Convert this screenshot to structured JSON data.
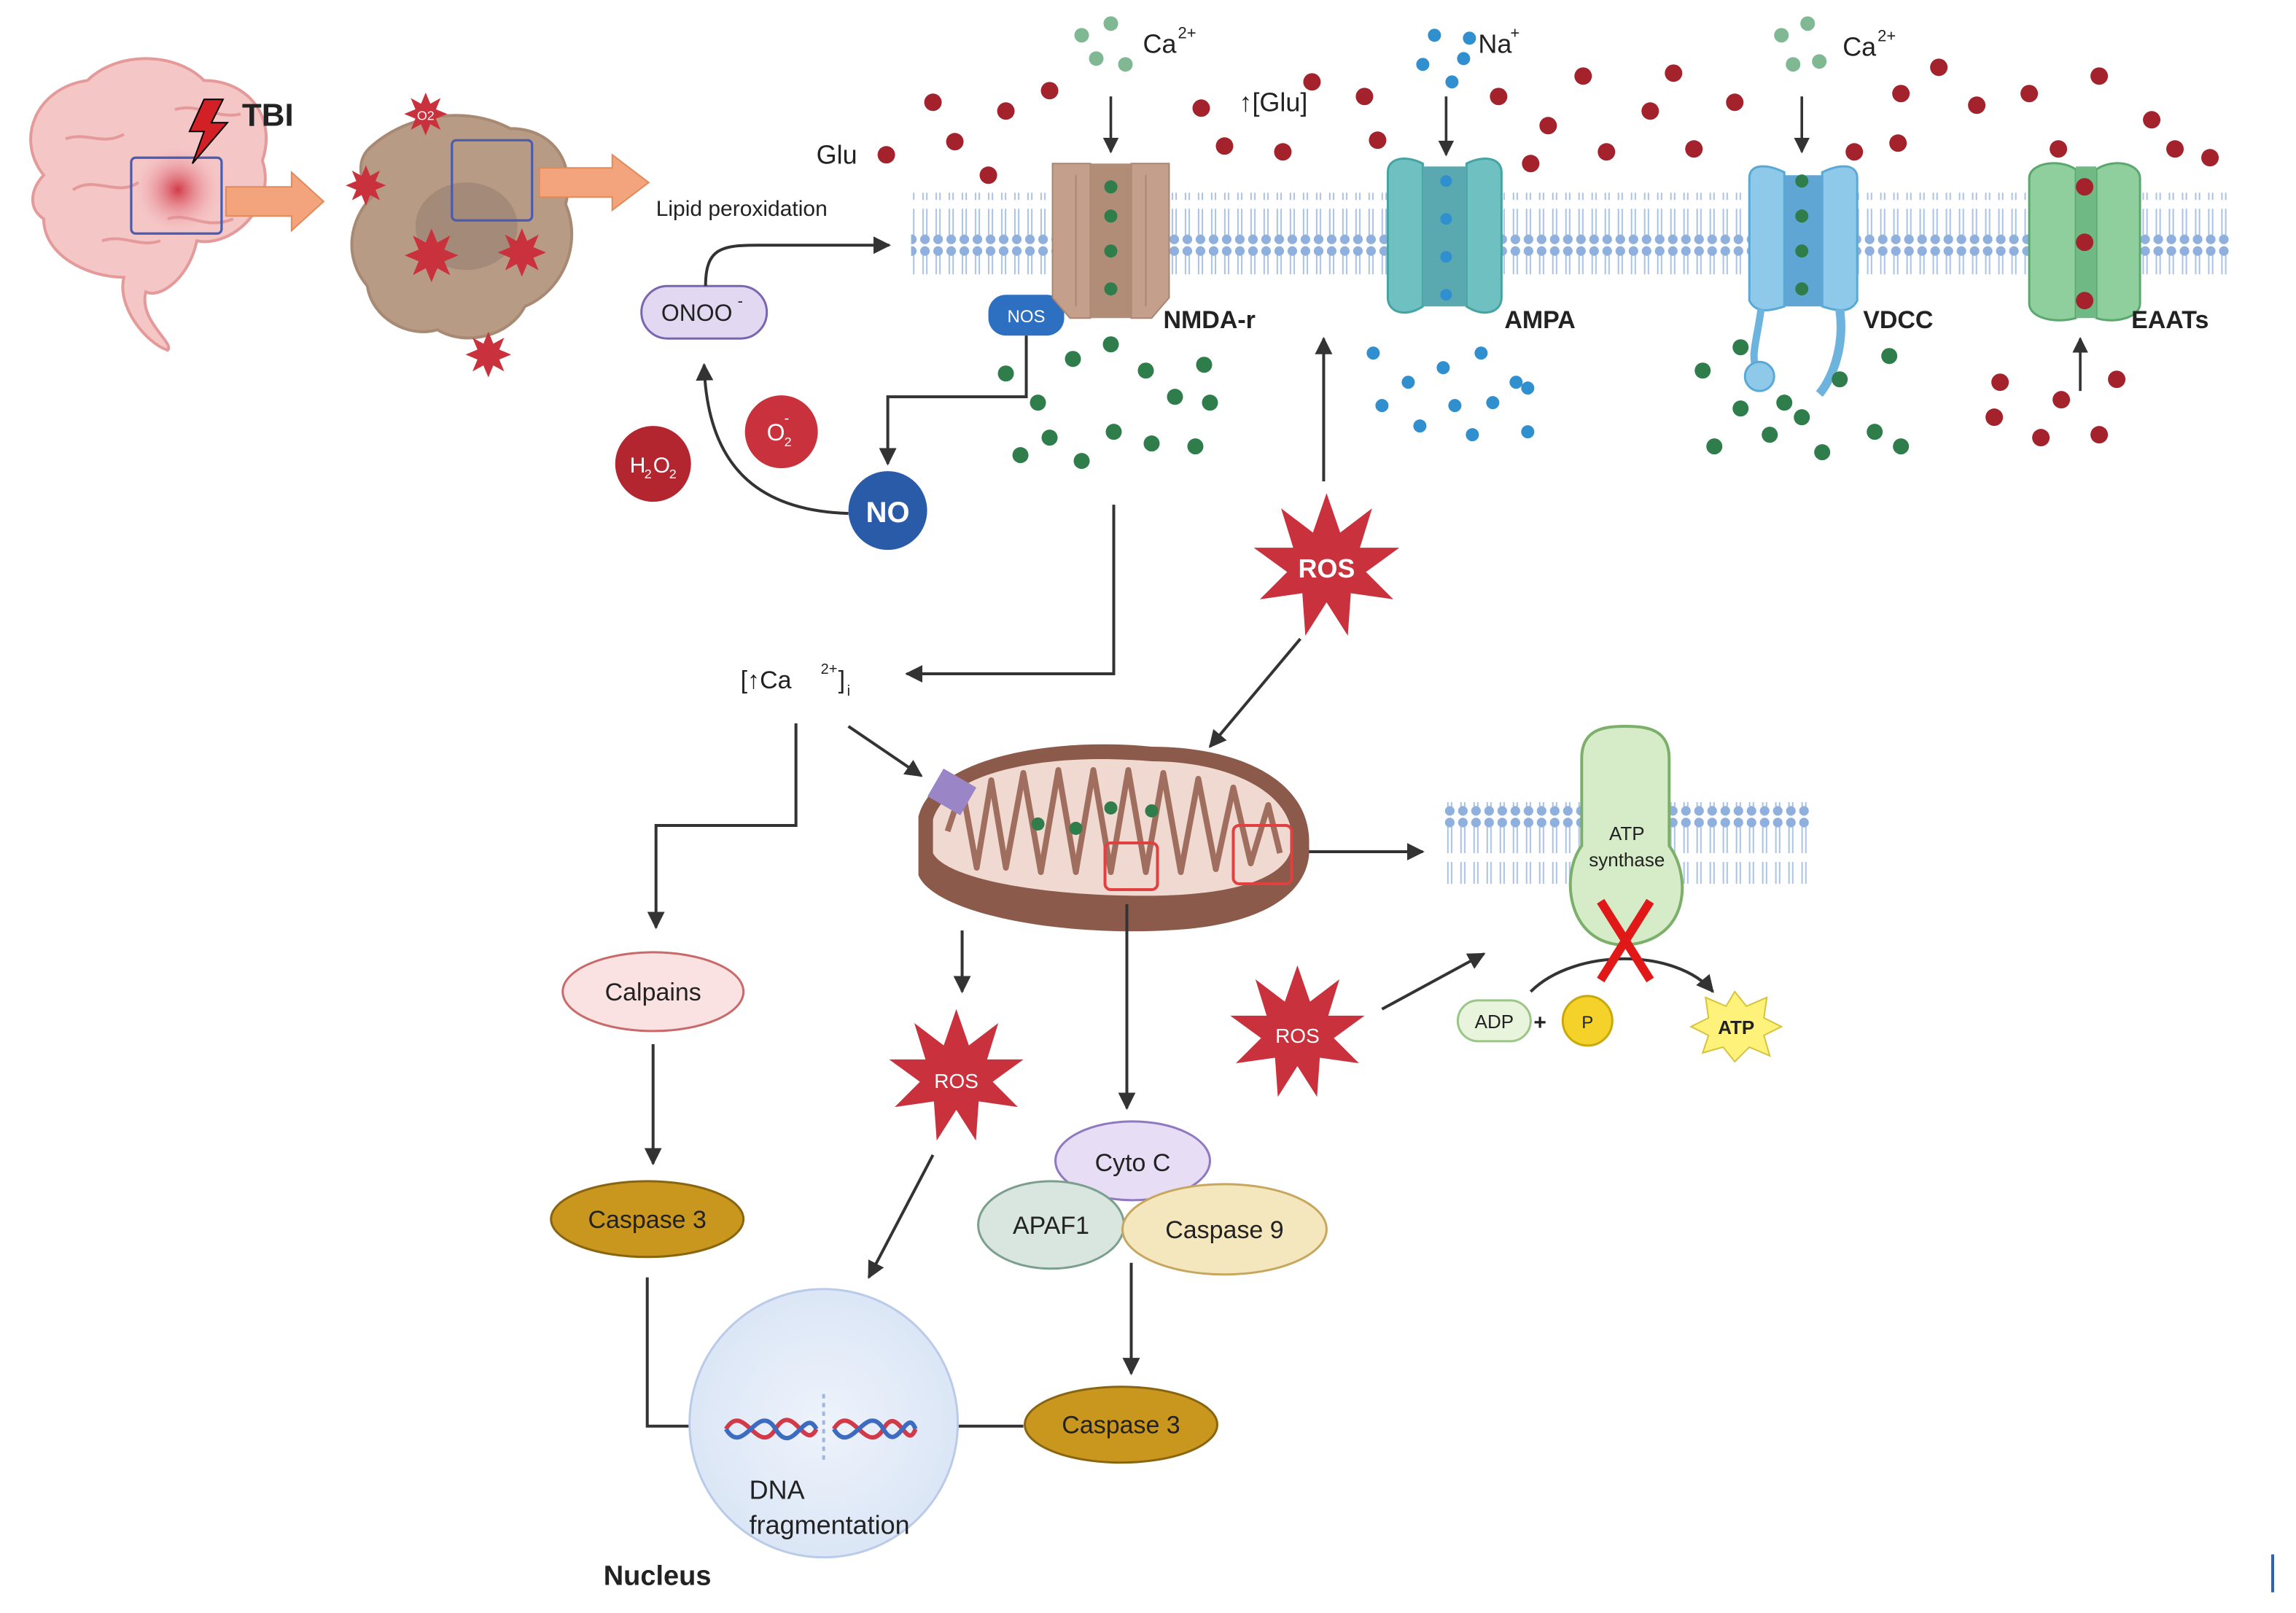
{
  "labels": {
    "tbi": "TBI",
    "glu": "Glu",
    "lipid_peroxidation": "Lipid peroxidation",
    "onoo": "ONOO",
    "onoo_sup": "-",
    "nos": "NOS",
    "no": "NO",
    "h2o2_main": "H",
    "h2o2_sub1": "2",
    "h2o2_o": "O",
    "h2o2_sub2": "2",
    "o2_main": "O",
    "o2_sub": "2",
    "o2_sup": "-",
    "ca_top_left": "Ca",
    "ca_top_left_sup": "2+",
    "ca_top_right": "Ca",
    "ca_top_right_sup": "2+",
    "na": "Na",
    "na_sup": "+",
    "glu_up": "↑[Glu]",
    "nmda": "NMDA-r",
    "ampa": "AMPA",
    "vdcc": "VDCC",
    "eaats": "EAATs",
    "ros_top": "ROS",
    "ros_mid": "ROS",
    "ros_low": "ROS",
    "ca_i_prefix": "[↑Ca",
    "ca_i_sup": "2+",
    "ca_i_suffix": "]",
    "ca_i_sub": "i",
    "calpains": "Calpains",
    "caspase3_left": "Caspase 3",
    "caspase3_right": "Caspase 3",
    "cyto_c": "Cyto C",
    "apaf1": "APAF1",
    "caspase9": "Caspase 9",
    "atp_synthase_1": "ATP",
    "atp_synthase_2": "synthase",
    "adp": "ADP",
    "plus": "+",
    "p": "P",
    "atp": "ATP",
    "dna_1": "DNA",
    "dna_2": "fragmentation",
    "nucleus": "Nucleus",
    "o2_small": "O2"
  },
  "colors": {
    "glutamate": "#a3222c",
    "calcium": "#2e7d4a",
    "calcium_light": "#7fb893",
    "sodium": "#2f8fcf",
    "membrane": "#7fa6d6",
    "ros": "#c9313d",
    "arrow": "#333333",
    "no": "#2a5ba8",
    "caspase3": "#c9961e",
    "mitochondria": "#8b5a4a"
  }
}
